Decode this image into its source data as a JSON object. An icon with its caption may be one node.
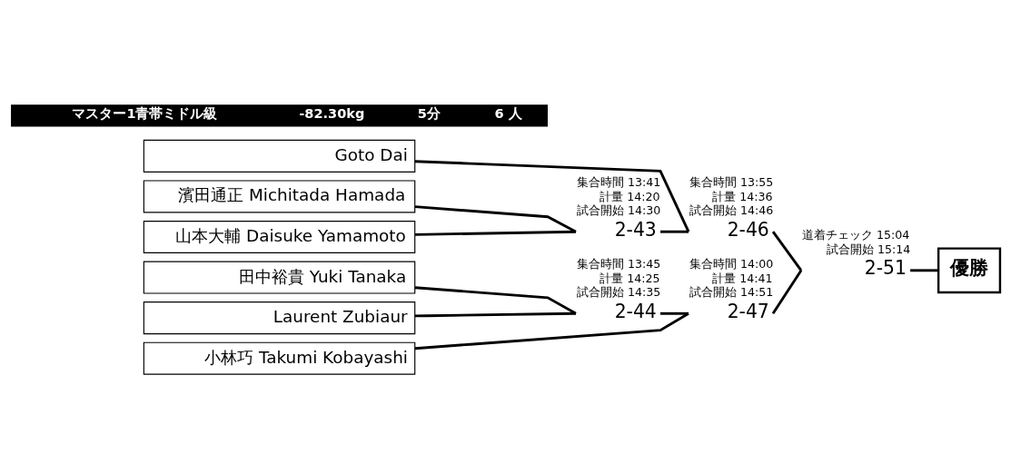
{
  "diagram": {
    "nodes": [
      {
        "text": [
          "マスター1青帯ミドル級",
          "-82.30kg",
          "5分",
          "6 人"
        ]
      },
      {
        "text": [
          "Goto Dai"
        ]
      },
      {
        "text": [
          "濱田通正 Michitada Hamada"
        ]
      },
      {
        "text": [
          "山本大輔 Daisuke Yamamoto"
        ]
      },
      {
        "text": [
          "田中裕貴 Yuki Tanaka"
        ]
      },
      {
        "text": [
          "Laurent Zubiaur"
        ]
      },
      {
        "text": [
          "小林巧 Takumi Kobayashi"
        ]
      },
      {
        "text": [
          "2-46"
        ],
        "beside": [
          "集合時間 13:55",
          "計量 14:36",
          "試合開始 14:46"
        ]
      },
      {
        "text": [
          "2-43"
        ],
        "beside": [
          "集合時間 13:41",
          "計量 14:20",
          "試合開始 14:30"
        ]
      },
      {
        "text": [
          "2-44"
        ],
        "beside": [
          "集合時間 13:45",
          "計量 14:25",
          "試合開始 14:35"
        ]
      },
      {
        "text": [
          "2-47"
        ],
        "beside": [
          "集合時間 14:00",
          "計量 14:41",
          "試合開始 14:51"
        ]
      },
      {
        "text": [
          "2-51"
        ],
        "beside": [
          "道着チェック 15:04",
          "試合開始 15:14"
        ]
      },
      {
        "text": [
          "優勝"
        ]
      }
    ],
    "edges": [
      {
        "from": 1,
        "to": 7,
        "arrow": "none"
      },
      {
        "from": 2,
        "to": 8,
        "arrow": "none"
      },
      {
        "from": 3,
        "to": 8,
        "arrow": "none"
      },
      {
        "from": 8,
        "to": 7,
        "arrow": "none"
      },
      {
        "from": 4,
        "to": 9,
        "arrow": "none"
      },
      {
        "from": 5,
        "to": 9,
        "arrow": "none"
      },
      {
        "from": 9,
        "to": 10,
        "arrow": "none"
      },
      {
        "from": 6,
        "to": 10,
        "arrow": "none"
      },
      {
        "from": 7,
        "to": 11,
        "arrow": "none"
      },
      {
        "from": 10,
        "to": 11,
        "arrow": "none"
      },
      {
        "from": 11,
        "to": 12,
        "arrow": "none"
      }
    ]
  }
}
